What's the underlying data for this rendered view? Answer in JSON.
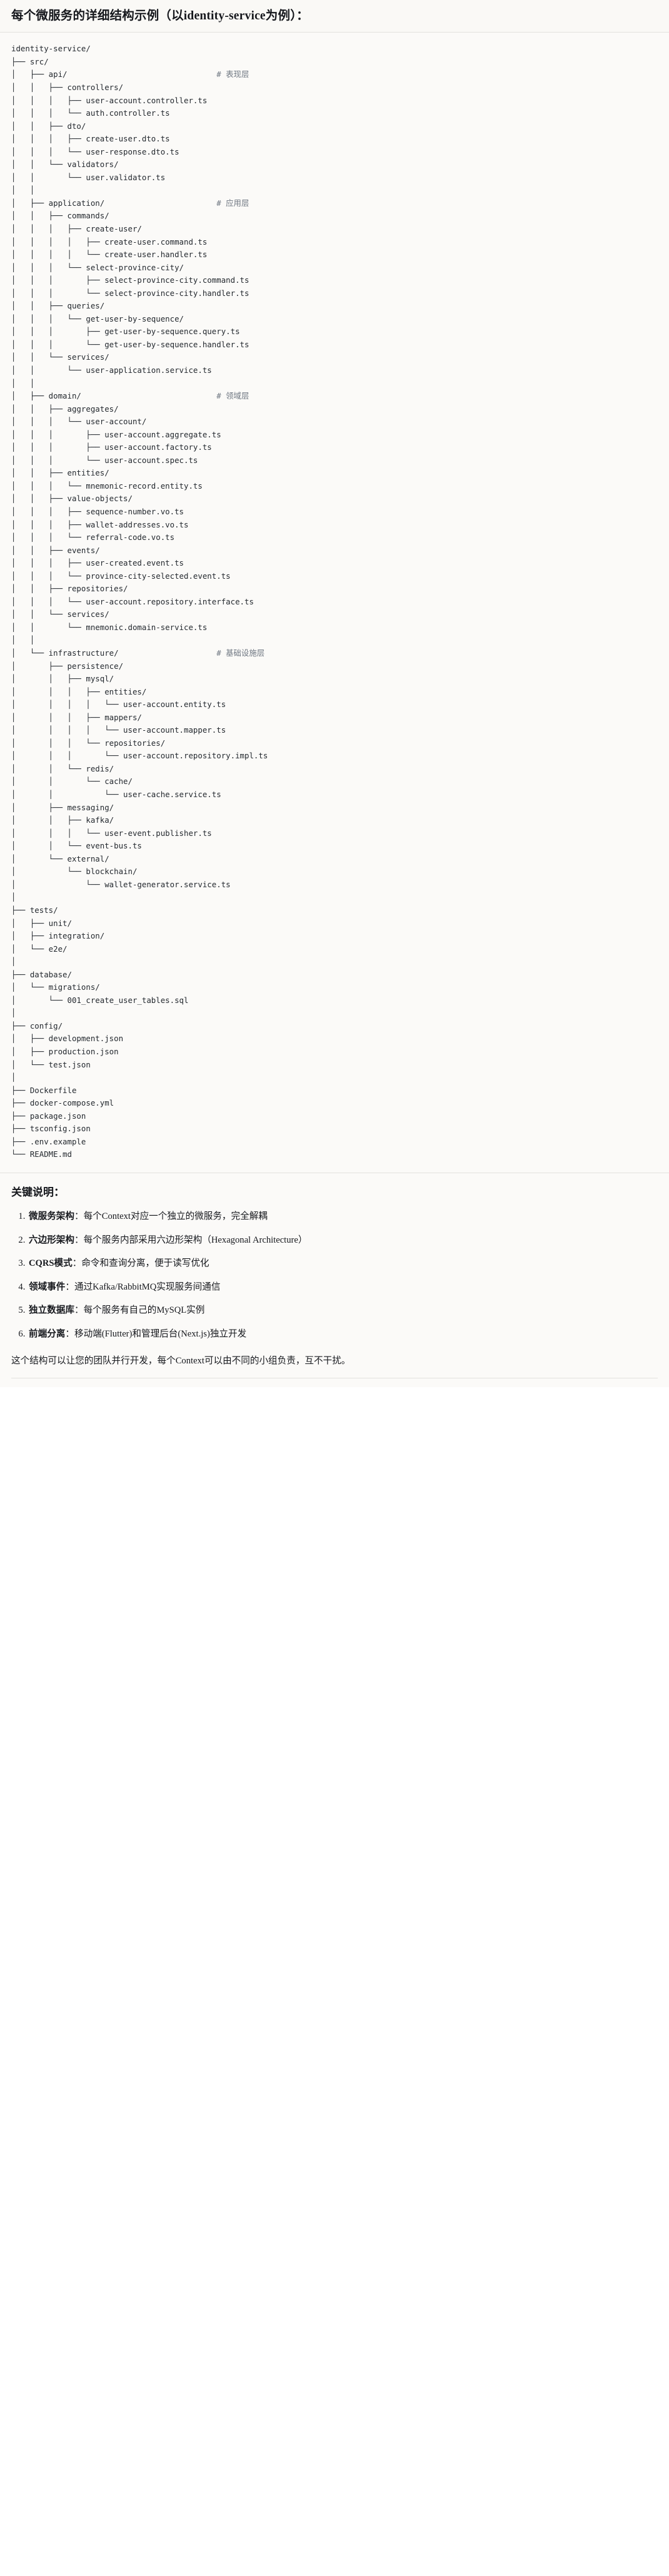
{
  "heading": "每个微服务的详细结构示例（以identity-service为例）：",
  "tree": {
    "root": "identity-service/",
    "lines": [
      {
        "prefix": "",
        "text": "identity-service/",
        "comment": ""
      },
      {
        "prefix": "├── ",
        "text": "src/",
        "comment": ""
      },
      {
        "prefix": "│   ├── ",
        "text": "api/",
        "comment": "# 表现层"
      },
      {
        "prefix": "│   │   ├── ",
        "text": "controllers/",
        "comment": ""
      },
      {
        "prefix": "│   │   │   ├── ",
        "text": "user-account.controller.ts",
        "comment": ""
      },
      {
        "prefix": "│   │   │   └── ",
        "text": "auth.controller.ts",
        "comment": ""
      },
      {
        "prefix": "│   │   ├── ",
        "text": "dto/",
        "comment": ""
      },
      {
        "prefix": "│   │   │   ├── ",
        "text": "create-user.dto.ts",
        "comment": ""
      },
      {
        "prefix": "│   │   │   └── ",
        "text": "user-response.dto.ts",
        "comment": ""
      },
      {
        "prefix": "│   │   └── ",
        "text": "validators/",
        "comment": ""
      },
      {
        "prefix": "│   │       └── ",
        "text": "user.validator.ts",
        "comment": ""
      },
      {
        "prefix": "│   │",
        "text": "",
        "comment": ""
      },
      {
        "prefix": "│   ├── ",
        "text": "application/",
        "comment": "# 应用层"
      },
      {
        "prefix": "│   │   ├── ",
        "text": "commands/",
        "comment": ""
      },
      {
        "prefix": "│   │   │   ├── ",
        "text": "create-user/",
        "comment": ""
      },
      {
        "prefix": "│   │   │   │   ├── ",
        "text": "create-user.command.ts",
        "comment": ""
      },
      {
        "prefix": "│   │   │   │   └── ",
        "text": "create-user.handler.ts",
        "comment": ""
      },
      {
        "prefix": "│   │   │   └── ",
        "text": "select-province-city/",
        "comment": ""
      },
      {
        "prefix": "│   │   │       ├── ",
        "text": "select-province-city.command.ts",
        "comment": ""
      },
      {
        "prefix": "│   │   │       └── ",
        "text": "select-province-city.handler.ts",
        "comment": ""
      },
      {
        "prefix": "│   │   ├── ",
        "text": "queries/",
        "comment": ""
      },
      {
        "prefix": "│   │   │   └── ",
        "text": "get-user-by-sequence/",
        "comment": ""
      },
      {
        "prefix": "│   │   │       ├── ",
        "text": "get-user-by-sequence.query.ts",
        "comment": ""
      },
      {
        "prefix": "│   │   │       └── ",
        "text": "get-user-by-sequence.handler.ts",
        "comment": ""
      },
      {
        "prefix": "│   │   └── ",
        "text": "services/",
        "comment": ""
      },
      {
        "prefix": "│   │       └── ",
        "text": "user-application.service.ts",
        "comment": ""
      },
      {
        "prefix": "│   │",
        "text": "",
        "comment": ""
      },
      {
        "prefix": "│   ├── ",
        "text": "domain/",
        "comment": "# 领域层"
      },
      {
        "prefix": "│   │   ├── ",
        "text": "aggregates/",
        "comment": ""
      },
      {
        "prefix": "│   │   │   └── ",
        "text": "user-account/",
        "comment": ""
      },
      {
        "prefix": "│   │   │       ├── ",
        "text": "user-account.aggregate.ts",
        "comment": ""
      },
      {
        "prefix": "│   │   │       ├── ",
        "text": "user-account.factory.ts",
        "comment": ""
      },
      {
        "prefix": "│   │   │       └── ",
        "text": "user-account.spec.ts",
        "comment": ""
      },
      {
        "prefix": "│   │   ├── ",
        "text": "entities/",
        "comment": ""
      },
      {
        "prefix": "│   │   │   └── ",
        "text": "mnemonic-record.entity.ts",
        "comment": ""
      },
      {
        "prefix": "│   │   ├── ",
        "text": "value-objects/",
        "comment": ""
      },
      {
        "prefix": "│   │   │   ├── ",
        "text": "sequence-number.vo.ts",
        "comment": ""
      },
      {
        "prefix": "│   │   │   ├── ",
        "text": "wallet-addresses.vo.ts",
        "comment": ""
      },
      {
        "prefix": "│   │   │   └── ",
        "text": "referral-code.vo.ts",
        "comment": ""
      },
      {
        "prefix": "│   │   ├── ",
        "text": "events/",
        "comment": ""
      },
      {
        "prefix": "│   │   │   ├── ",
        "text": "user-created.event.ts",
        "comment": ""
      },
      {
        "prefix": "│   │   │   └── ",
        "text": "province-city-selected.event.ts",
        "comment": ""
      },
      {
        "prefix": "│   │   ├── ",
        "text": "repositories/",
        "comment": ""
      },
      {
        "prefix": "│   │   │   └── ",
        "text": "user-account.repository.interface.ts",
        "comment": ""
      },
      {
        "prefix": "│   │   └── ",
        "text": "services/",
        "comment": ""
      },
      {
        "prefix": "│   │       └── ",
        "text": "mnemonic.domain-service.ts",
        "comment": ""
      },
      {
        "prefix": "│   │",
        "text": "",
        "comment": ""
      },
      {
        "prefix": "│   └── ",
        "text": "infrastructure/",
        "comment": "# 基础设施层"
      },
      {
        "prefix": "│       ├── ",
        "text": "persistence/",
        "comment": ""
      },
      {
        "prefix": "│       │   ├── ",
        "text": "mysql/",
        "comment": ""
      },
      {
        "prefix": "│       │   │   ├── ",
        "text": "entities/",
        "comment": ""
      },
      {
        "prefix": "│       │   │   │   └── ",
        "text": "user-account.entity.ts",
        "comment": ""
      },
      {
        "prefix": "│       │   │   ├── ",
        "text": "mappers/",
        "comment": ""
      },
      {
        "prefix": "│       │   │   │   └── ",
        "text": "user-account.mapper.ts",
        "comment": ""
      },
      {
        "prefix": "│       │   │   └── ",
        "text": "repositories/",
        "comment": ""
      },
      {
        "prefix": "│       │   │       └── ",
        "text": "user-account.repository.impl.ts",
        "comment": ""
      },
      {
        "prefix": "│       │   └── ",
        "text": "redis/",
        "comment": ""
      },
      {
        "prefix": "│       │       └── ",
        "text": "cache/",
        "comment": ""
      },
      {
        "prefix": "│       │           └── ",
        "text": "user-cache.service.ts",
        "comment": ""
      },
      {
        "prefix": "│       ├── ",
        "text": "messaging/",
        "comment": ""
      },
      {
        "prefix": "│       │   ├── ",
        "text": "kafka/",
        "comment": ""
      },
      {
        "prefix": "│       │   │   └── ",
        "text": "user-event.publisher.ts",
        "comment": ""
      },
      {
        "prefix": "│       │   └── ",
        "text": "event-bus.ts",
        "comment": ""
      },
      {
        "prefix": "│       └── ",
        "text": "external/",
        "comment": ""
      },
      {
        "prefix": "│           └── ",
        "text": "blockchain/",
        "comment": ""
      },
      {
        "prefix": "│               └── ",
        "text": "wallet-generator.service.ts",
        "comment": ""
      },
      {
        "prefix": "│",
        "text": "",
        "comment": ""
      },
      {
        "prefix": "├── ",
        "text": "tests/",
        "comment": ""
      },
      {
        "prefix": "│   ├── ",
        "text": "unit/",
        "comment": ""
      },
      {
        "prefix": "│   ├── ",
        "text": "integration/",
        "comment": ""
      },
      {
        "prefix": "│   └── ",
        "text": "e2e/",
        "comment": ""
      },
      {
        "prefix": "│",
        "text": "",
        "comment": ""
      },
      {
        "prefix": "├── ",
        "text": "database/",
        "comment": ""
      },
      {
        "prefix": "│   └── ",
        "text": "migrations/",
        "comment": ""
      },
      {
        "prefix": "│       └── ",
        "text": "001_create_user_tables.sql",
        "comment": ""
      },
      {
        "prefix": "│",
        "text": "",
        "comment": ""
      },
      {
        "prefix": "├── ",
        "text": "config/",
        "comment": ""
      },
      {
        "prefix": "│   ├── ",
        "text": "development.json",
        "comment": ""
      },
      {
        "prefix": "│   ├── ",
        "text": "production.json",
        "comment": ""
      },
      {
        "prefix": "│   └── ",
        "text": "test.json",
        "comment": ""
      },
      {
        "prefix": "│",
        "text": "",
        "comment": ""
      },
      {
        "prefix": "├── ",
        "text": "Dockerfile",
        "comment": ""
      },
      {
        "prefix": "├── ",
        "text": "docker-compose.yml",
        "comment": ""
      },
      {
        "prefix": "├── ",
        "text": "package.json",
        "comment": ""
      },
      {
        "prefix": "├── ",
        "text": "tsconfig.json",
        "comment": ""
      },
      {
        "prefix": "├── ",
        "text": ".env.example",
        "comment": ""
      },
      {
        "prefix": "└── ",
        "text": "README.md",
        "comment": ""
      }
    ]
  },
  "notes": {
    "title": "关键说明：",
    "items": [
      {
        "term": "微服务架构",
        "desc": "：每个Context对应一个独立的微服务，完全解耦"
      },
      {
        "term": "六边形架构",
        "desc": "：每个服务内部采用六边形架构（Hexagonal Architecture）"
      },
      {
        "term": "CQRS模式",
        "desc": "：命令和查询分离，便于读写优化"
      },
      {
        "term": "领域事件",
        "desc": "：通过Kafka/RabbitMQ实现服务间通信"
      },
      {
        "term": "独立数据库",
        "desc": "：每个服务有自己的MySQL实例"
      },
      {
        "term": "前端分离",
        "desc": "：移动端(Flutter)和管理后台(Next.js)独立开发"
      }
    ],
    "closing": "这个结构可以让您的团队并行开发，每个Context可以由不同的小组负责，互不干扰。"
  },
  "colors": {
    "background": "#fbfaf8",
    "heading_bg": "#faf9f6",
    "text": "#1f2328",
    "comment": "#6e7681",
    "rule": "#e3e2de"
  }
}
